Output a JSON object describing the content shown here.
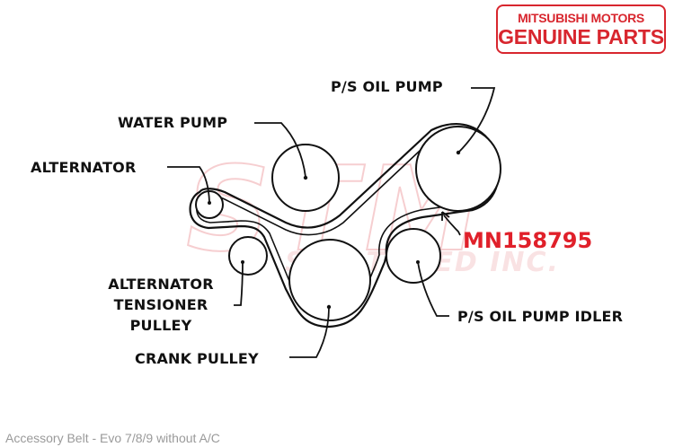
{
  "logo": {
    "line1": "MITSUBISHI MOTORS",
    "line2": "GENUINE PARTS",
    "color": "#d8262e"
  },
  "watermark": {
    "brand": "STM",
    "subtext": "STM TUNED INC.",
    "color": "#f4d6d9"
  },
  "diagram": {
    "labels": {
      "ps_oil_pump": "P/S OIL PUMP",
      "water_pump": "WATER PUMP",
      "alternator": "ALTERNATOR",
      "alternator_tensioner_1": "ALTERNATOR",
      "alternator_tensioner_2": "TENSIONER",
      "alternator_tensioner_3": "PULLEY",
      "crank_pulley": "CRANK PULLEY",
      "ps_oil_pump_idler": "P/S OIL PUMP IDLER"
    },
    "part_number": "MN158795",
    "part_number_color": "#e0202a",
    "line_color": "#111111"
  },
  "caption": "Accessory Belt - Evo 7/8/9 without A/C"
}
